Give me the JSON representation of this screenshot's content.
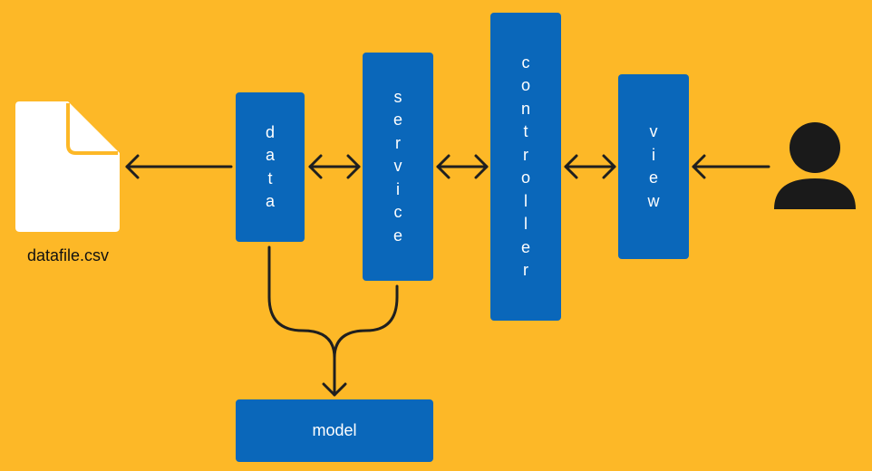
{
  "components": {
    "data": "data",
    "service": "service",
    "controller": "controller",
    "view": "view",
    "model": "model"
  },
  "file": {
    "label": "datafile.csv",
    "icon": "file-icon"
  },
  "actor": {
    "icon": "user-icon"
  },
  "colors": {
    "background": "#FDB827",
    "box": "#0A67BA",
    "box_text": "#FFFFFF",
    "line": "#1F1F1F",
    "file": "#FFFFFF",
    "file_fold": "#FDB827",
    "user": "#1A1A1A"
  }
}
